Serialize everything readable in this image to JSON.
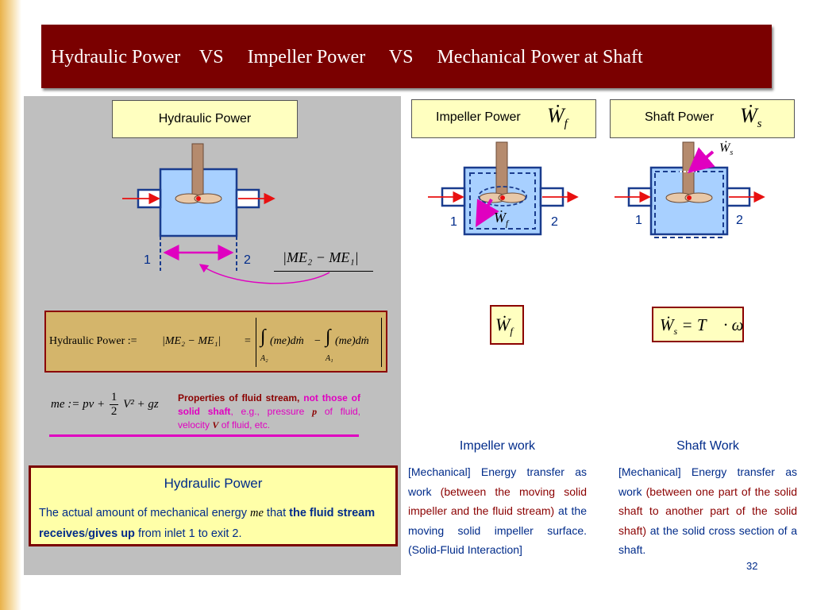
{
  "title": {
    "part1": "Hydraulic Power",
    "vs1": "VS",
    "part2": "Impeller Power",
    "vs2": "VS",
    "part3": "Mechanical Power at Shaft"
  },
  "left": {
    "box_label": "Hydraulic Power",
    "inlet": "1",
    "outlet": "2",
    "energy_diff": "|ME₂ − ME₁|",
    "equation": {
      "lhs": "Hydraulic  Power :=",
      "abs_term": "|ME₂ − ME₁|",
      "eq": "=",
      "integral1": "∫",
      "integrand1": "(me)dṁ",
      "minus": "−",
      "integral2": "∫",
      "integrand2": "(me)dṁ",
      "sub1": "A₂",
      "sub2": "A₁"
    },
    "me_def": {
      "lhs": "me := pv +",
      "half_num": "1",
      "half_den": "2",
      "tail": "V² + gz"
    },
    "properties": {
      "part1": "Properties of fluid stream,",
      "part2": "not those of solid shaft",
      "part3": ", e.g., pressure",
      "part4": "p",
      "part5": " of fluid, velocity ",
      "part6": "V",
      "part7": " of fluid, etc."
    },
    "definition": {
      "title": "Hydraulic Power",
      "text1": "The actual amount of mechanical energy ",
      "text_me": "me",
      "text2": " that ",
      "text_bold1": "the fluid stream receives",
      "text_sep": "/",
      "text_bold2": "gives up",
      "text3": " from inlet 1 to exit 2."
    }
  },
  "impeller": {
    "box_label": "Impeller Power",
    "symbol": "Ẇ",
    "symbol_sub": "f",
    "inlet": "1",
    "outlet": "2",
    "formula": "Ẇ",
    "formula_sub": "f",
    "heading": "Impeller work",
    "desc1": "[Mechanical] Energy transfer as work ",
    "desc2": "(between the moving solid impeller and the fluid stream)",
    "desc3": " at the moving solid impeller surface. (Solid-Fluid Interaction]"
  },
  "shaft": {
    "box_label": "Shaft Power",
    "symbol": "Ẇ",
    "symbol_sub": "s",
    "inlet": "1",
    "outlet": "2",
    "formula_lhs": "Ẇ",
    "formula_sub": "s",
    "formula_rhs": "= T⃗ · ω⃗",
    "heading": "Shaft Work",
    "desc1": "[Mechanical] Energy transfer as work ",
    "desc2": "(between one part of the solid shaft to another part of the solid shaft)",
    "desc3": "  at the solid cross section of a shaft."
  },
  "page_number": "32"
}
